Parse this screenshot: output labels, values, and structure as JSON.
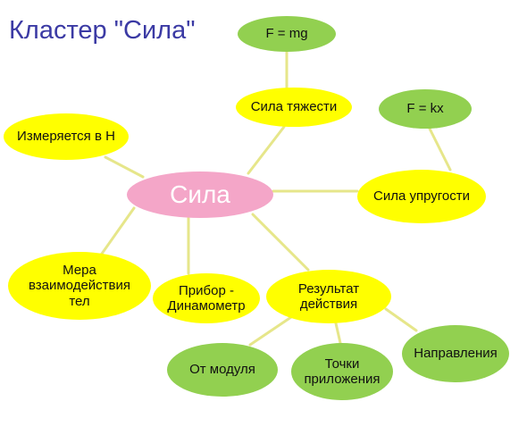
{
  "title": "Кластер \"Сила\"",
  "colors": {
    "title": "#3b3aa4",
    "yellow": "#ffff00",
    "green": "#92d050",
    "pink": "#f4a6c8",
    "connector": "#e6e68a",
    "text": "#111111",
    "center_text": "#ffffff"
  },
  "nodes": {
    "center": "Сила",
    "gravity": "Сила тяжести",
    "gravity_formula": "F = mg",
    "elastic": "Сила упругости",
    "elastic_formula": "F = kx",
    "measured": "Измеряется в Н",
    "measure": "Мера взаимодействия тел",
    "device": "Прибор - Динамометр",
    "result": "Результат действия",
    "modulus": "От модуля",
    "point": "Точки приложения",
    "direction": "Направления"
  }
}
